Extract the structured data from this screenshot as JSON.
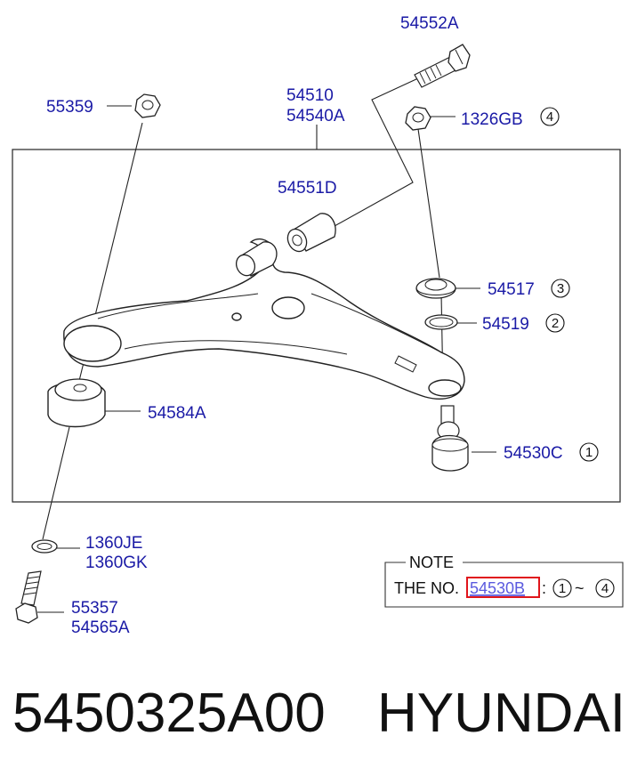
{
  "labels": {
    "bolt_top": "54552A",
    "arm_a": "54510",
    "arm_b": "54540A",
    "nut_left": "55359",
    "nut_right": "1326GB",
    "bushing_mid": "54551D",
    "dust_cover": "54517",
    "ring": "54519",
    "bushing_rear": "54584A",
    "ball_joint": "54530C",
    "washer_a": "1360JE",
    "washer_b": "1360GK",
    "bolt_bottom_a": "55357",
    "bolt_bottom_b": "54565A"
  },
  "circled": {
    "nut_right": "4",
    "dust_cover": "3",
    "ring": "2",
    "ball_joint": "1"
  },
  "note": {
    "title": "NOTE",
    "prefix": "THE NO.",
    "part": "54530B",
    "colon": ":",
    "from": "1",
    "tilde": "~",
    "to": "4"
  },
  "footer": {
    "part_number": "5450325A00",
    "brand": "HYUNDAI"
  },
  "colors": {
    "label_blue": "#1a1aa6",
    "highlight_red": "#e0151b",
    "line": "#222222"
  }
}
